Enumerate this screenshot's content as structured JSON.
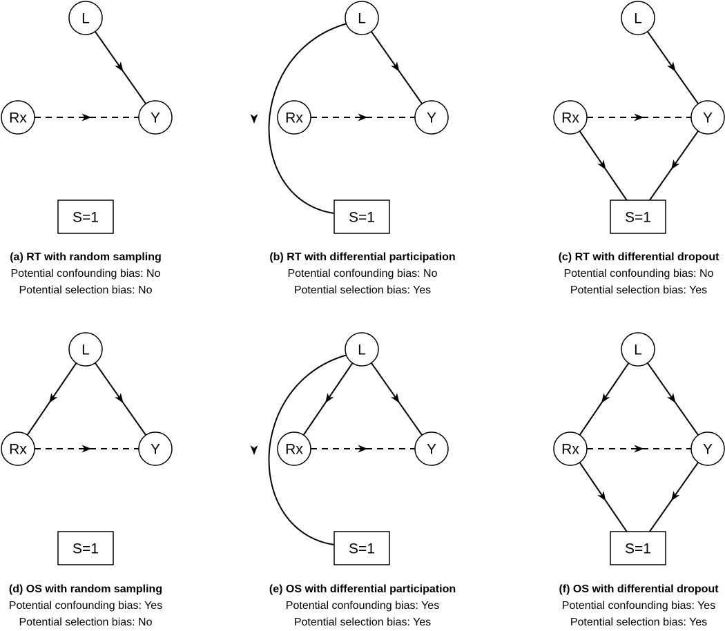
{
  "node_labels": {
    "L": "L",
    "Rx": "Rx",
    "Y": "Y",
    "S": "S=1"
  },
  "panels": [
    {
      "id": "a",
      "title": "(a) RT with random sampling",
      "line1": "Potential confounding bias: No",
      "line2": "Potential selection bias: No",
      "edges": [
        {
          "from": "L",
          "to": "Y",
          "style": "solid"
        },
        {
          "from": "Rx",
          "to": "Y",
          "style": "dashed"
        }
      ]
    },
    {
      "id": "b",
      "title": "(b) RT with differential participation",
      "line1": "Potential confounding bias: No",
      "line2": "Potential selection bias: Yes",
      "edges": [
        {
          "from": "L",
          "to": "Y",
          "style": "solid"
        },
        {
          "from": "Rx",
          "to": "Y",
          "style": "dashed"
        },
        {
          "from": "L",
          "to": "S",
          "style": "curved"
        }
      ]
    },
    {
      "id": "c",
      "title": "(c) RT with differential dropout",
      "line1": "Potential confounding bias: No",
      "line2": "Potential selection bias: Yes",
      "edges": [
        {
          "from": "L",
          "to": "Y",
          "style": "solid"
        },
        {
          "from": "Rx",
          "to": "Y",
          "style": "dashed"
        },
        {
          "from": "Rx",
          "to": "S",
          "style": "solid"
        },
        {
          "from": "Y",
          "to": "S",
          "style": "solid"
        }
      ]
    },
    {
      "id": "d",
      "title": "(d) OS with random sampling",
      "line1": "Potential confounding bias: Yes",
      "line2": "Potential selection bias: No",
      "edges": [
        {
          "from": "L",
          "to": "Y",
          "style": "solid"
        },
        {
          "from": "L",
          "to": "Rx",
          "style": "solid"
        },
        {
          "from": "Rx",
          "to": "Y",
          "style": "dashed"
        }
      ]
    },
    {
      "id": "e",
      "title": "(e) OS with differential participation",
      "line1": "Potential confounding bias: Yes",
      "line2": "Potential selection bias: Yes",
      "edges": [
        {
          "from": "L",
          "to": "Y",
          "style": "solid"
        },
        {
          "from": "L",
          "to": "Rx",
          "style": "solid"
        },
        {
          "from": "Rx",
          "to": "Y",
          "style": "dashed"
        },
        {
          "from": "L",
          "to": "S",
          "style": "curved"
        }
      ]
    },
    {
      "id": "f",
      "title": "(f) OS with differential dropout",
      "line1": "Potential confounding bias: Yes",
      "line2": "Potential selection bias: Yes",
      "edges": [
        {
          "from": "L",
          "to": "Y",
          "style": "solid"
        },
        {
          "from": "L",
          "to": "Rx",
          "style": "solid"
        },
        {
          "from": "Rx",
          "to": "Y",
          "style": "dashed"
        },
        {
          "from": "Rx",
          "to": "S",
          "style": "solid"
        },
        {
          "from": "Y",
          "to": "S",
          "style": "solid"
        }
      ]
    }
  ]
}
